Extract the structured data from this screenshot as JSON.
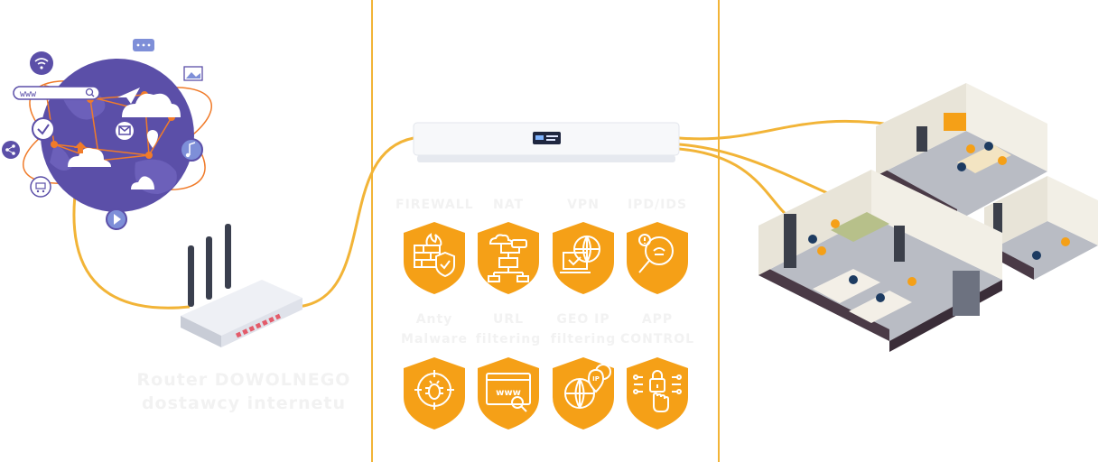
{
  "features": [
    {
      "label": "FIREWALL",
      "icon": "firewall-icon"
    },
    {
      "label": "NAT",
      "icon": "nat-network-icon"
    },
    {
      "label": "VPN",
      "icon": "vpn-globe-laptop-icon"
    },
    {
      "label": "IPD/IDS",
      "icon": "intrusion-detection-icon"
    },
    {
      "label": "Anty\nMalware",
      "icon": "malware-bug-icon"
    },
    {
      "label": "URL\nfiltering",
      "icon": "url-www-icon"
    },
    {
      "label": "GEO IP\nfiltering",
      "icon": "geo-ip-globe-icon"
    },
    {
      "label": "APP\nCONTROL",
      "icon": "app-control-hand-icon"
    }
  ],
  "router_caption": "Router DOWOLNEGO\ndostawcy internetu",
  "search_bar_text": "www",
  "colors": {
    "accent": "#f5a017",
    "line": "#f2b437",
    "globe": "#5b4fa8",
    "globe_lines": "#f07b2a",
    "label_text": "#f2f2f2",
    "floor": "#b9bcc4",
    "wall": "#e8e4d8"
  }
}
